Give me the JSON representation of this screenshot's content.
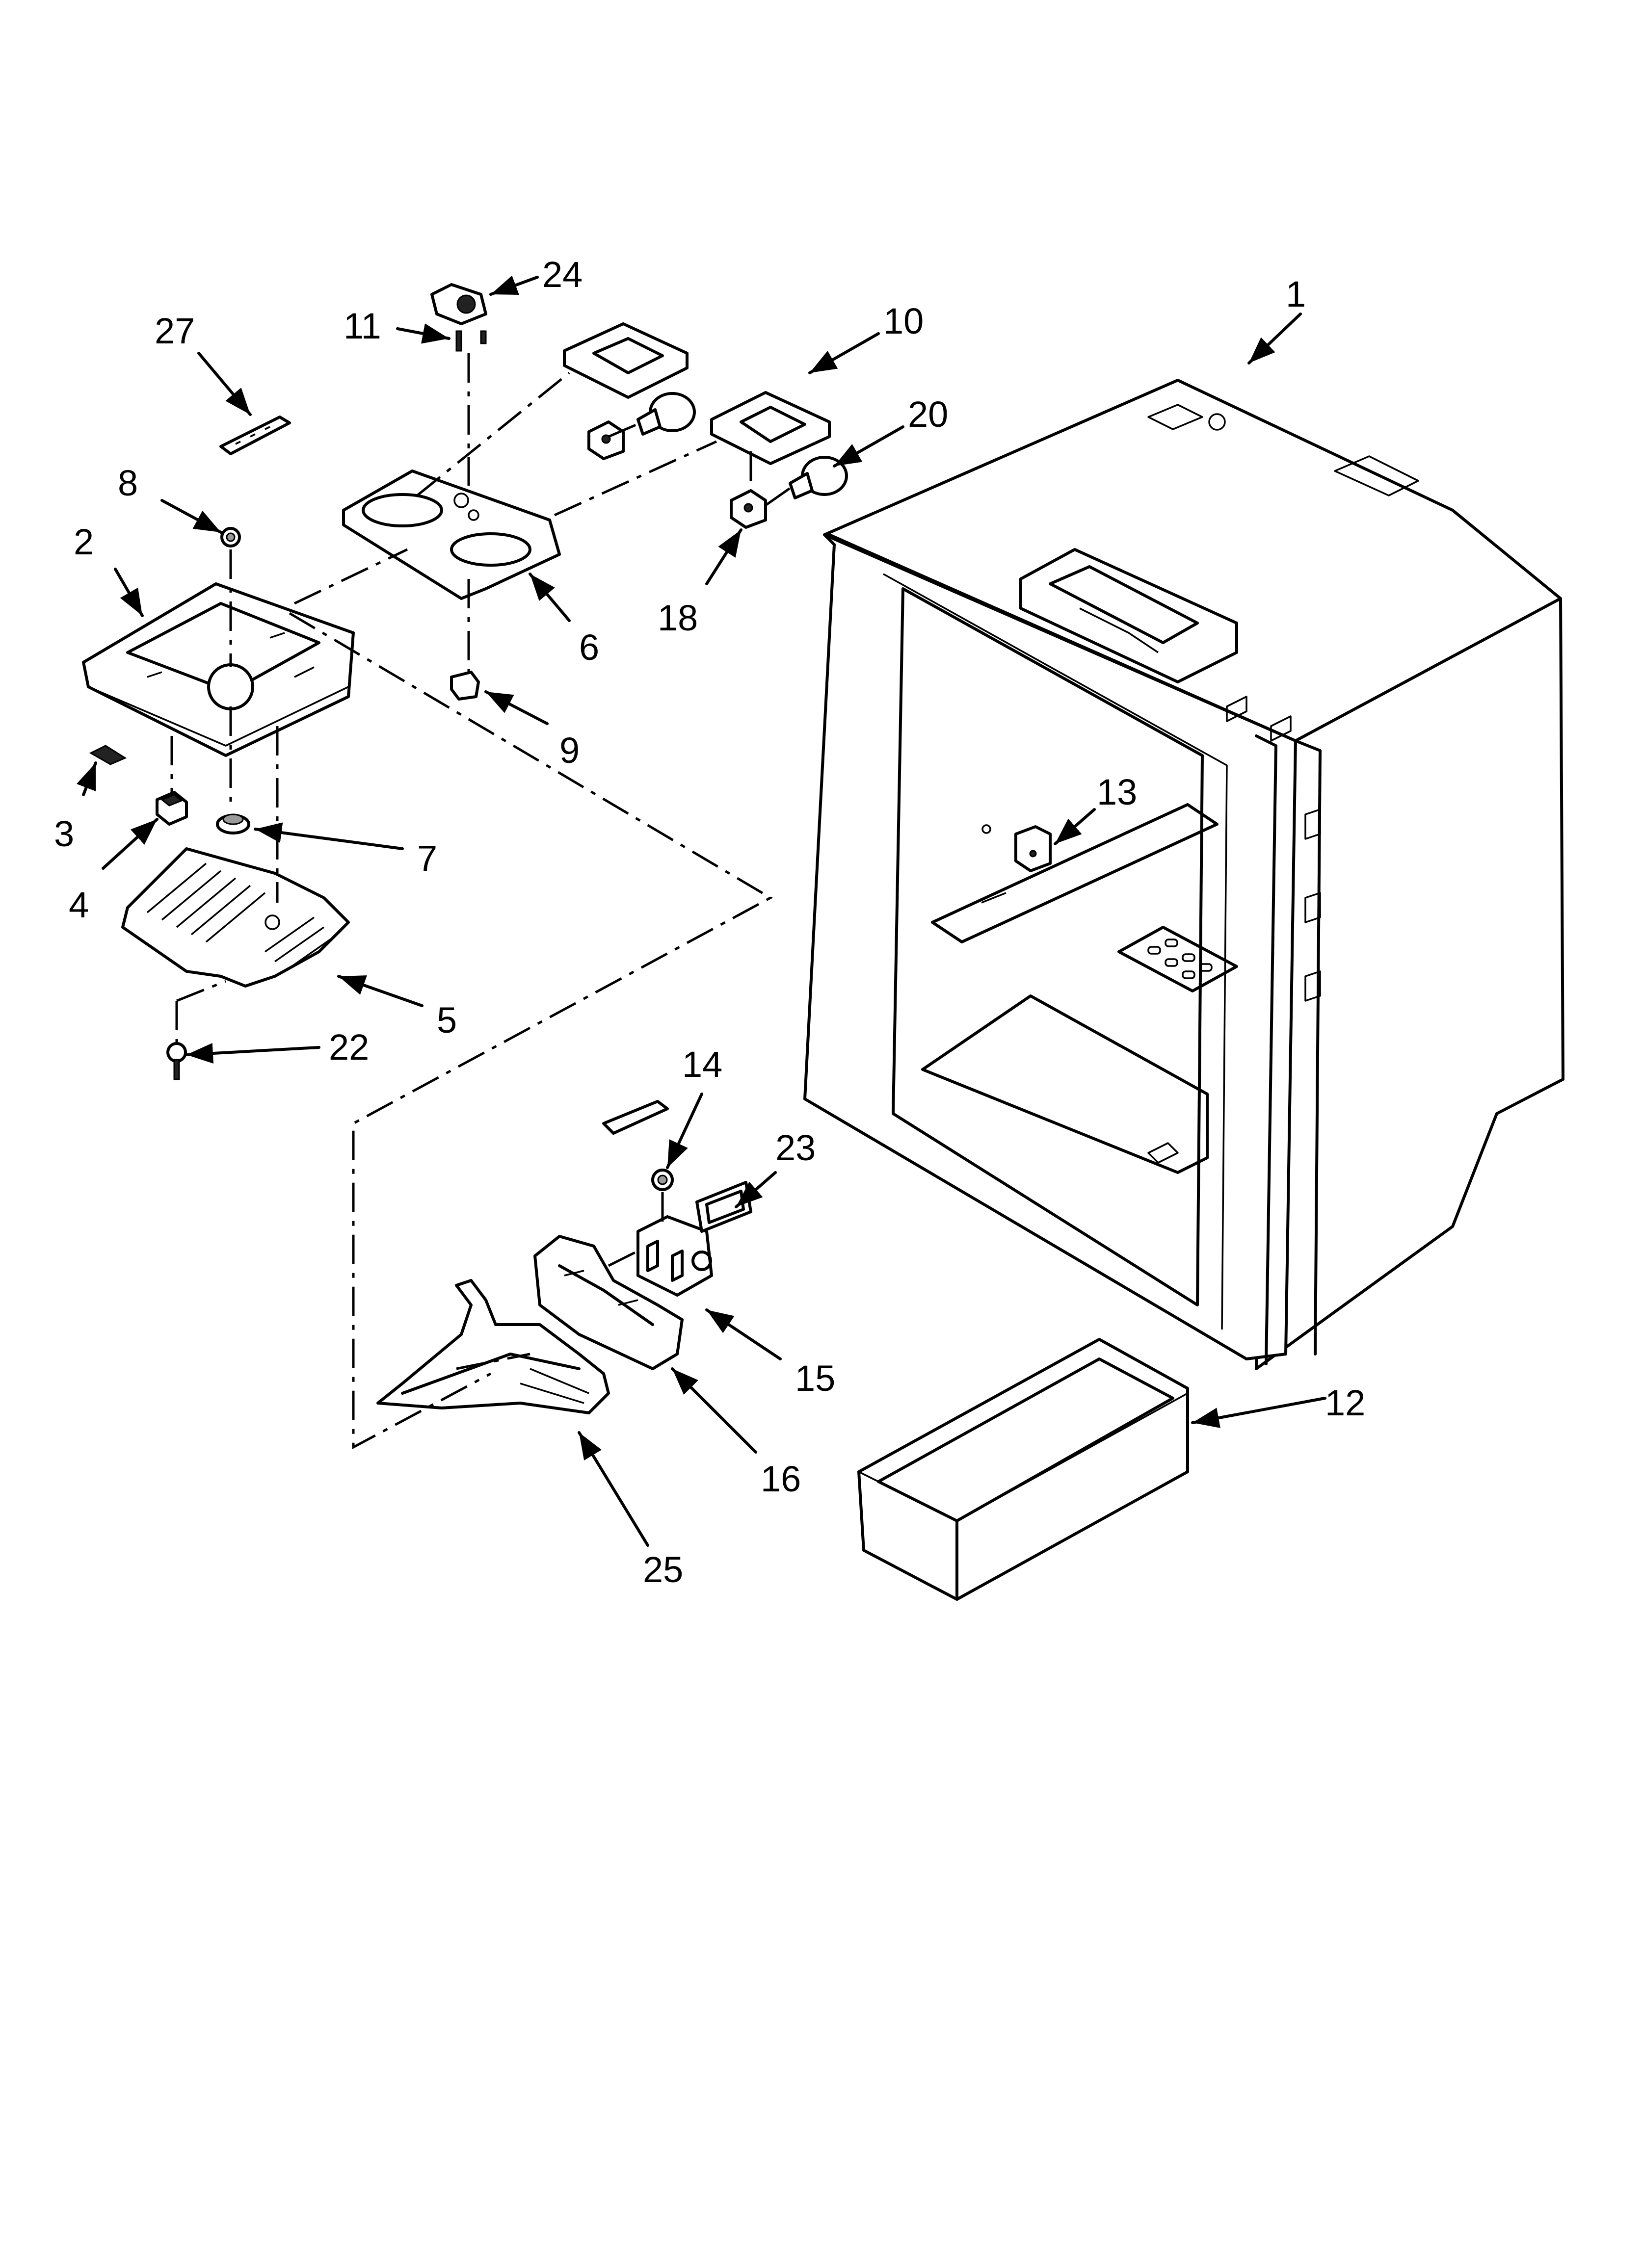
{
  "labels": {
    "p1": "1",
    "p2": "2",
    "p3": "3",
    "p4": "4",
    "p5": "5",
    "p6": "6",
    "p7": "7",
    "p8": "8",
    "p9": "9",
    "p10": "10",
    "p11": "11",
    "p12": "12",
    "p13": "13",
    "p14": "14",
    "p15": "15",
    "p16": "16",
    "p18": "18",
    "p20": "20",
    "p22": "22",
    "p23": "23",
    "p24": "24",
    "p25": "25",
    "p27": "27"
  }
}
